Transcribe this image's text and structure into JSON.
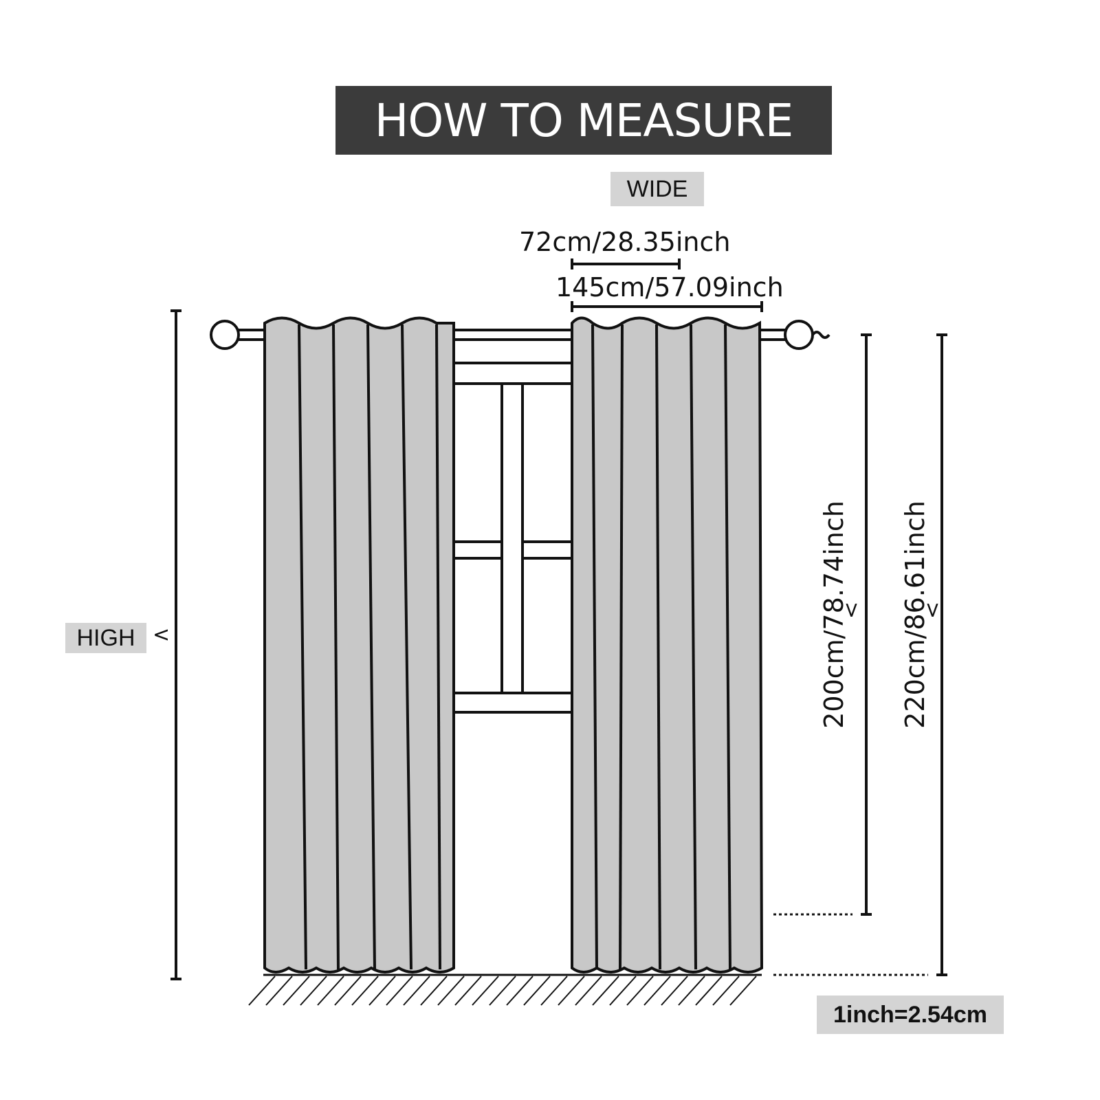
{
  "title": "HOW TO MEASURE",
  "labels": {
    "wide": "WIDE",
    "high": "HIGH",
    "caret": "<"
  },
  "dimensions": {
    "panel_half_width": "72cm/28.35inch",
    "panel_width": "145cm/57.09inch",
    "length_short": "200cm/78.74inch",
    "length_long": "220cm/86.61inch"
  },
  "conversion": "1inch=2.54cm",
  "colors": {
    "title_bg": "#3b3b3b",
    "title_text": "#ffffff",
    "tag_bg": "#d4d4d4",
    "curtain_fill": "#c8c8c8",
    "line": "#111111"
  },
  "icons": [
    "curtain-rod-icon",
    "window-frame-icon",
    "floor-hatch-icon"
  ]
}
